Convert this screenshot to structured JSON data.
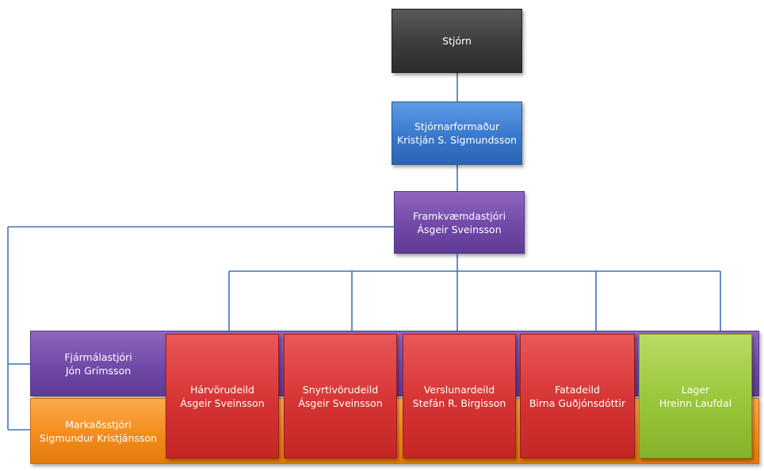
{
  "colors": {
    "connector": "#3f73b5",
    "board": "#3c3c3c",
    "chairman": "#3a78cc",
    "ceo": "#7149a8",
    "finance": "#7149a8",
    "marketing": "#f38c1c",
    "departments": "#d63434",
    "warehouse": "#99c63a"
  },
  "nodes": {
    "board": {
      "title": "Stjórn"
    },
    "chairman": {
      "title": "Stjórnarformaður",
      "person": "Kristján S. Sigmundsson"
    },
    "ceo": {
      "title": "Framkvæmdastjóri",
      "person": "Ásgeir Sveinsson"
    },
    "finance": {
      "title": "Fjármálastjóri",
      "person": "Jón Grímsson"
    },
    "marketing": {
      "title": "Markaðsstjóri",
      "person": "Sigmundur Kristjánsson"
    },
    "hair": {
      "title": "Hárvörudeild",
      "person": "Ásgeir Sveinsson"
    },
    "cosmetics": {
      "title": "Snyrtivörudeild",
      "person": "Ásgeir Sveinsson"
    },
    "retail": {
      "title": "Verslunardeild",
      "person": "Stefán R. Birgisson"
    },
    "clothing": {
      "title": "Fatadeild",
      "person": "Birna Guðjónsdóttir"
    },
    "warehouse": {
      "title": "Lager",
      "person": "Hreinn Laufdal"
    }
  }
}
